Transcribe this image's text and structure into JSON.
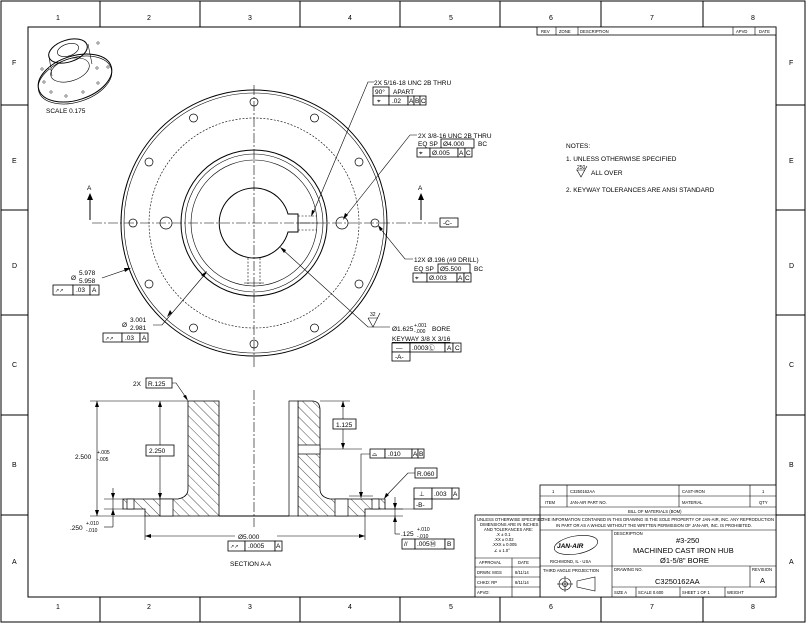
{
  "sheet": {
    "zones_top": [
      "1",
      "2",
      "3",
      "4",
      "5",
      "6",
      "7",
      "8"
    ],
    "zones_side": [
      "F",
      "E",
      "D",
      "C",
      "B",
      "A"
    ]
  },
  "revision_block": {
    "headers": [
      "REV",
      "ZONE",
      "DESCRIPTION",
      "APVD",
      "DATE"
    ]
  },
  "isometric": {
    "scale_label": "SCALE  0.175"
  },
  "plan_view": {
    "section_marker": "A",
    "datum_c": "-C-",
    "tapped_hole_5_16": {
      "note": "2X 5/16-18 UNC 2B THRU",
      "angle": "90°",
      "angle_note": "APART",
      "fcf": [
        "⌖",
        ".02",
        "A",
        "B",
        "C"
      ]
    },
    "tapped_hole_3_8": {
      "note": "2X 3/8-16 UNC 2B THRU",
      "eq_sp": "EQ SP",
      "bc_dia": "Ø4.000",
      "bc": "BC",
      "fcf": [
        "⌖",
        "Ø.005",
        "A",
        "C"
      ]
    },
    "drill_holes": {
      "note": "12X Ø.196 (#9 DRILL)",
      "eq_sp": "EQ SP",
      "bc_dia": "Ø5.500",
      "bc": "BC",
      "fcf": [
        "⌖",
        "Ø.003",
        "A",
        "C"
      ]
    },
    "bore": {
      "finish": "32",
      "dia": "Ø1.625",
      "tol_plus": "+.001",
      "tol_minus": "-.000",
      "label": "BORE",
      "keyway": "KEYWAY 3/8 X 3/16",
      "fcf": [
        "—",
        ".0003Ⓛ",
        "A",
        "C"
      ],
      "datum": "-A-"
    },
    "outer_dia": {
      "symbol": "Ø",
      "upper": "5.978",
      "lower": "5.958",
      "fcf": [
        "↗↗",
        ".03",
        "A"
      ]
    },
    "hub_dia": {
      "symbol": "Ø",
      "upper": "3.001",
      "lower": "2.981",
      "fcf": [
        "↗↗",
        ".03",
        "A"
      ]
    }
  },
  "section_view": {
    "title": "SECTION  A-A",
    "fillet": {
      "qty": "2X",
      "radius": "R.125"
    },
    "height": {
      "value": "2.500",
      "tol_plus": "+.005",
      "tol_minus": "-.005"
    },
    "hub_height": "2.250",
    "tap_depth": "1.125",
    "profile_fcf": [
      "⌓",
      ".010",
      "A",
      "B"
    ],
    "small_fillet": "R.060",
    "perp_fcf": [
      "⊥",
      ".003",
      "A"
    ],
    "datum_b": "-B-",
    "flange_thk": {
      "value": ".250",
      "tol_plus": "+.010",
      "tol_minus": "-.010"
    },
    "step": {
      "value": ".125",
      "tol_plus": "+.010",
      "tol_minus": "-.010"
    },
    "parallel_fcf": [
      "//",
      ".005Ⓜ",
      "B"
    ],
    "pilot_dia": "Ø5.000",
    "runout_fcf": [
      "↗↗",
      ".0005",
      "A"
    ]
  },
  "notes": {
    "title": "NOTES:",
    "items": [
      "1. UNLESS OTHERWISE SPECIFIED",
      "2. KEYWAY TOLERANCES ARE ANSI STANDARD"
    ],
    "finish_value": "250",
    "finish_note": "ALL OVER"
  },
  "title_block": {
    "bom_row": [
      "1",
      "C3250162AA",
      "CAST-IRON",
      "1"
    ],
    "bom_headers": [
      "ITEM",
      "JAN-AIR PART NO.",
      "MATERIAL",
      "QTY"
    ],
    "bom_title": "BILL OF MATERIALS (BOM)",
    "proprietary": [
      "THE INFORMATION CONTAINED IN THIS DRAWING IS THE SOLE PROPERTY OF JAN-AIR, INC. ANY REPRODUCTION",
      "IN PART OR AS A WHOLE WITHOUT THE WRITTEN PERMISSION OF JAN-AIR, INC. IS PROHIBITED."
    ],
    "tolerances": [
      "UNLESS OTHERWISE SPECIFIED",
      "DIMENSIONS ARE IN INCHES",
      "AND TOLERANCES ARE:",
      ".X ± 0.1",
      ".XX ± 0.02",
      ".XXX ± 0.005",
      "∠ ± 1.0°"
    ],
    "approval": "APPROVAL",
    "date": "DATE",
    "drawn": "DRWN: MGS",
    "drawn_date": "8/11/14",
    "checked": "CHKD: RP",
    "checked_date": "8/11/14",
    "approved": "APVD:",
    "logo": "JAN-AIR",
    "location": "RICHMOND, IL - USA",
    "projection": "THIRD ANGLE PROJECTION",
    "description_label": "DESCRIPTION",
    "description": [
      "#3-250",
      "MACHINED CAST IRON HUB",
      "Ø1-5/8\" BORE"
    ],
    "drawing_no_label": "DRAWING NO.",
    "drawing_no": "C3250162AA",
    "revision_label": "REVISION",
    "revision": "A",
    "size": "SIZE  A",
    "scale": "SCALE 0.600",
    "sheet": "SHEET  1 OF 1",
    "weight": "WEIGHT"
  }
}
